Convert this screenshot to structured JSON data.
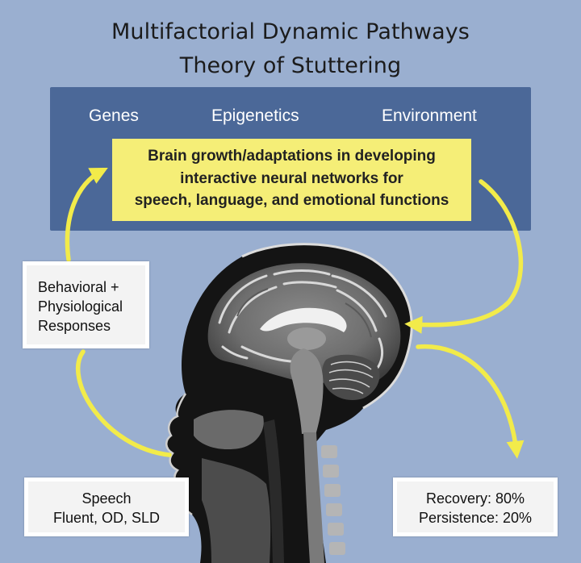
{
  "title": {
    "line1": "Multifactorial Dynamic Pathways",
    "line2": "Theory of Stuttering"
  },
  "factors": [
    "Genes",
    "Epigenetics",
    "Environment"
  ],
  "brain_box": {
    "lines": [
      "Brain growth/adaptations in developing",
      "interactive neural networks for",
      "speech, language, and emotional functions"
    ]
  },
  "behavioral_box": {
    "lines": [
      "Behavioral +",
      "Physiological",
      "Responses"
    ]
  },
  "speech_box": {
    "lines": [
      "Speech",
      "Fluent, OD, SLD"
    ]
  },
  "outcome_box": {
    "lines": [
      "Recovery: 80%",
      "Persistence: 20%"
    ]
  },
  "colors": {
    "background": "#9aafd0",
    "panel": "#4b6898",
    "highlight_box": "#f5ee77",
    "arrow": "#f2eb4a",
    "label_box": "#f3f3f3"
  },
  "images": {
    "center": "brain-mri-sagittal-head"
  }
}
